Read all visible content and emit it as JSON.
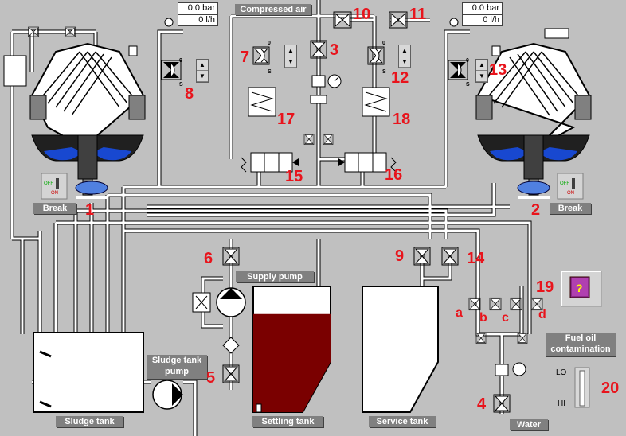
{
  "labels": {
    "compressed_air": "Compressed air",
    "supply_pump": "Supply pump",
    "sludge_tank_pump": "Sludge tank\npump",
    "sludge_tank": "Sludge tank",
    "settling_tank": "Settling tank",
    "service_tank": "Service tank",
    "water": "Water",
    "fuel_oil_contamination": "Fuel oil\ncontamination",
    "break_left": "Break",
    "break_right": "Break"
  },
  "readouts": {
    "left_pressure": "0.0 bar",
    "left_flow": "0 l/h",
    "right_pressure": "0.0 bar",
    "right_flow": "0 l/h"
  },
  "switch_text": {
    "off": "OFF",
    "on": "ON"
  },
  "valve_scale": {
    "open": "0",
    "shut": "S"
  },
  "gauge_scale": {
    "lo": "LO",
    "hi": "HI"
  },
  "numbers": {
    "n1": "1",
    "n2": "2",
    "n3": "3",
    "n4": "4",
    "n5": "5",
    "n6": "6",
    "n7": "7",
    "n8": "8",
    "n9": "9",
    "n10": "10",
    "n11": "11",
    "n12": "12",
    "n13": "13",
    "n14": "14",
    "n15": "15",
    "n16": "16",
    "n17": "17",
    "n18": "18",
    "n19": "19",
    "n20": "20",
    "a": "a",
    "b": "b",
    "c": "c",
    "d": "d"
  },
  "settling_tank_level": 0.78,
  "colors": {
    "oil": "#7a0000",
    "pipe": "#ffffff",
    "panel": "#c0c0c0",
    "label_bg": "#808080",
    "numbers": "#e8141c",
    "bowl_blue": "#1848d0"
  }
}
